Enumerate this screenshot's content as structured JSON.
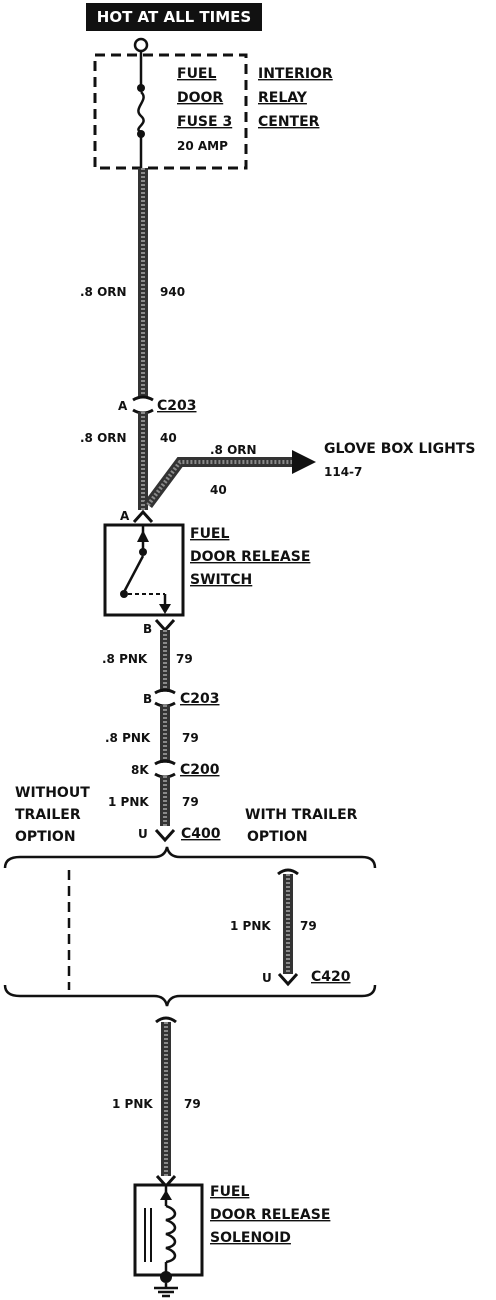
{
  "header": {
    "hot_label": "HOT AT ALL TIMES"
  },
  "fuse": {
    "lines": [
      "FUEL",
      "DOOR",
      "FUSE 3"
    ],
    "rating": "20 AMP",
    "center_lines": [
      "INTERIOR",
      "RELAY",
      "CENTER"
    ]
  },
  "wire_940": {
    "gauge_color": ".8 ORN",
    "circuit": "940"
  },
  "c203_top": {
    "pin": "A",
    "name": "C203"
  },
  "wire_40": {
    "gauge_color": ".8 ORN",
    "circuit": "40"
  },
  "glove_branch": {
    "gauge_color": ".8 ORN",
    "circuit": "40",
    "dest_lines": [
      "GLOVE BOX LIGHTS",
      "114-7"
    ]
  },
  "switch": {
    "pin_top": "A",
    "pin_bottom": "B",
    "lines": [
      "FUEL",
      "DOOR RELEASE",
      "SWITCH"
    ]
  },
  "wire_79a": {
    "gauge_color": ".8 PNK",
    "circuit": "79"
  },
  "c203_b": {
    "pin": "B",
    "name": "C203"
  },
  "wire_79b": {
    "gauge_color": ".8 PNK",
    "circuit": "79"
  },
  "c200": {
    "pin": "8K",
    "name": "C200"
  },
  "wire_79c": {
    "gauge_color": "1 PNK",
    "circuit": "79"
  },
  "without_trailer": {
    "lines": [
      "WITHOUT",
      "TRAILER",
      "OPTION"
    ]
  },
  "c400": {
    "pin": "U",
    "name": "C400"
  },
  "with_trailer": {
    "lines": [
      "WITH TRAILER",
      "OPTION"
    ]
  },
  "wire_79d": {
    "gauge_color": "1 PNK",
    "circuit": "79"
  },
  "c420": {
    "pin": "U",
    "name": "C420"
  },
  "wire_79e": {
    "gauge_color": "1 PNK",
    "circuit": "79"
  },
  "solenoid": {
    "lines": [
      "FUEL",
      "DOOR RELEASE",
      "SOLENOID"
    ]
  }
}
